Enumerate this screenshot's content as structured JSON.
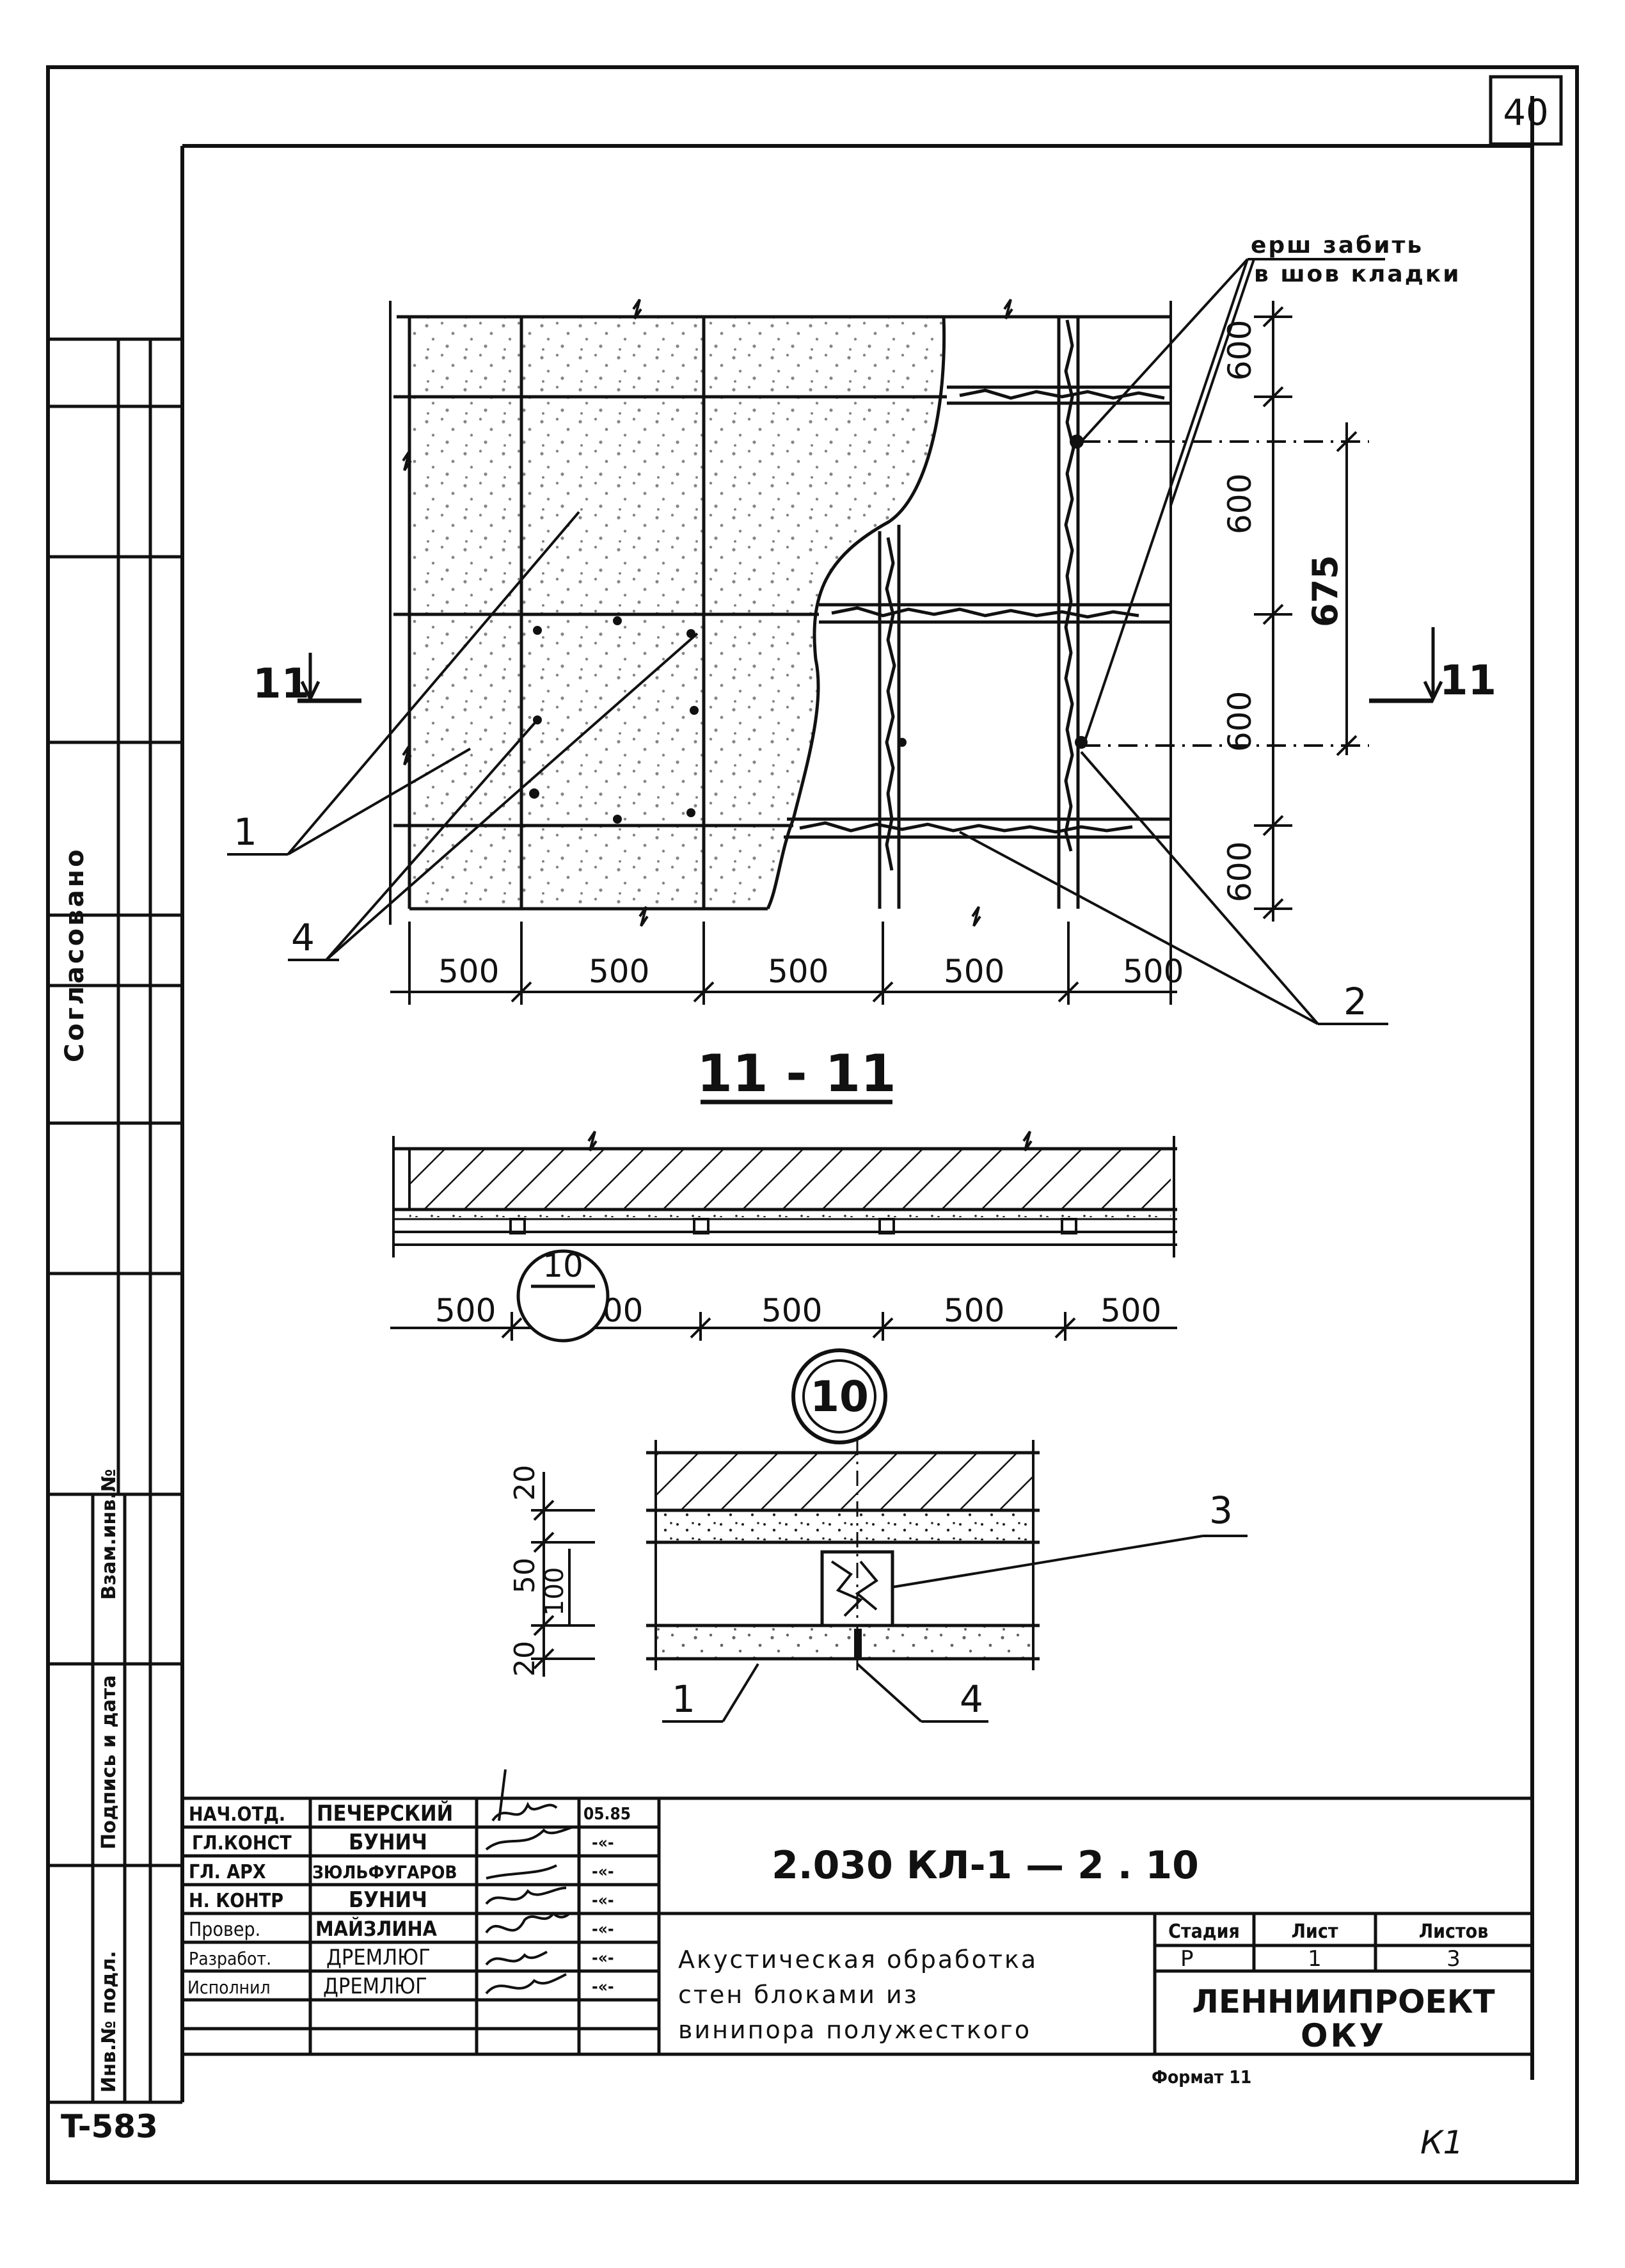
{
  "sheet": {
    "page_number": "40",
    "stamp_code": "T-583",
    "corner_mark": "К1",
    "format_label": "Формат 11"
  },
  "left_strip": {
    "agreed_label": "Согласовано",
    "cells": [
      "Взам.инв.№",
      "Подпись и дата",
      "Инв.№ подл."
    ]
  },
  "elevation": {
    "note_line1": "ерш забить",
    "note_line2": "в шов кладки",
    "column_widths": [
      "500",
      "500",
      "500",
      "500",
      "500"
    ],
    "row_heights": [
      "600",
      "600",
      "600",
      "600"
    ],
    "dim_675": "675",
    "section_marker": "11",
    "callouts": [
      "1",
      "4",
      "2"
    ]
  },
  "section": {
    "title": "11 - 11",
    "column_widths": [
      "500",
      "500",
      "500",
      "500",
      "500"
    ],
    "detail_marker": "10"
  },
  "detail": {
    "marker": "10",
    "dims": [
      "20",
      "50",
      "100",
      "20"
    ],
    "callouts": [
      "3",
      "1",
      "4"
    ]
  },
  "title_block": {
    "document_code": "2.030 КЛ-1 — 2 . 10",
    "title_lines": [
      "Акустическая обработка",
      "стен блоками из",
      "винипора полужесткого"
    ],
    "organization_line1": "ЛЕННИИПРОЕКТ",
    "organization_line2": "ОКУ",
    "stage_header": "Стадия",
    "sheet_header": "Лист",
    "sheets_header": "Листов",
    "stage_value": "Р",
    "sheet_value": "1",
    "sheets_value": "3",
    "signatories": [
      {
        "role": "НАЧ.ОТД.",
        "name": "ПЕЧЕРСКИЙ",
        "date": "05.85"
      },
      {
        "role": "ГЛ.КОНСТ",
        "name": "БУНИЧ",
        "date": "-«-"
      },
      {
        "role": "ГЛ. АРХ",
        "name": "ЗЮЛЬФУГАРОВ",
        "date": "-«-"
      },
      {
        "role": "Н. КОНТР",
        "name": "БУНИЧ",
        "date": "-«-"
      },
      {
        "role": "Провер.",
        "name": "МАЙЗЛИНА",
        "date": "-«-"
      },
      {
        "role": "Разработ.",
        "name": "ДРЕМЛЮГ",
        "date": "-«-"
      },
      {
        "role": "Исполнил",
        "name": "ДРЕМЛЮГ",
        "date": "-«-"
      }
    ]
  }
}
